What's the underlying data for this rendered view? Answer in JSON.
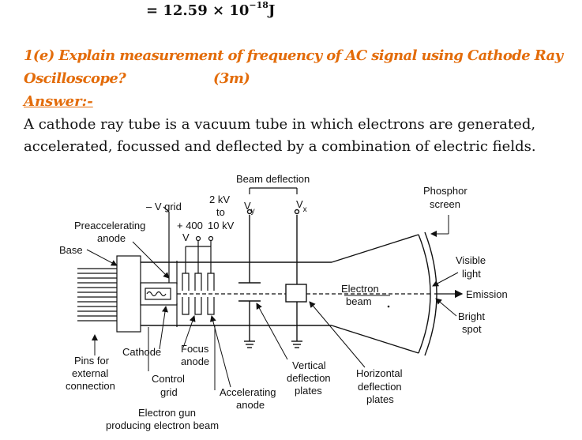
{
  "equation": {
    "main": "= 12.59 × 10",
    "exponent": "−18",
    "unit": "J"
  },
  "question": {
    "line1": "1(e) Explain measurement of frequency of AC signal using Cathode Ray",
    "line2": "Oscilloscope?",
    "marks": "(3m)"
  },
  "answer_label": "Answer:-",
  "paragraph": {
    "line1": "A cathode ray tube is a vacuum tube in which electrons are generated,",
    "line2": "accelerated, focussed and deflected by a combination of electric fields."
  },
  "diagram": {
    "beam_deflection": "Beam deflection",
    "vy_label": "V",
    "vy_sub": "y",
    "vx_label": "V",
    "vx_sub": "x",
    "phosphor": "Phosphor",
    "screen": "screen",
    "minus_v_grid": "– V grid",
    "two_kv": "2 kV",
    "to": "to",
    "plus_400": "+ 400",
    "ten_kv": "10 kV",
    "v_small": "V",
    "preaccelerating": "Preaccelerating",
    "anode": "anode",
    "base": "Base",
    "visible": "Visible",
    "light": "light",
    "emission": "Emission",
    "bright": "Bright",
    "spot": "spot",
    "electron": "Electron",
    "beam": "beam",
    "cathode": "Cathode",
    "focus": "Focus",
    "focus_anode": "anode",
    "pins_for": "Pins for",
    "external": "external",
    "connection": "connection",
    "control": "Control",
    "grid": "grid",
    "vertical": "Vertical",
    "deflection_v": "deflection",
    "plates_v": "plates",
    "accelerating": "Accelerating",
    "acc_anode": "anode",
    "horizontal": "Horizontal",
    "deflection_h": "deflection",
    "plates_h": "plates",
    "electron_gun": "Electron gun",
    "producing": "producing electron beam"
  }
}
